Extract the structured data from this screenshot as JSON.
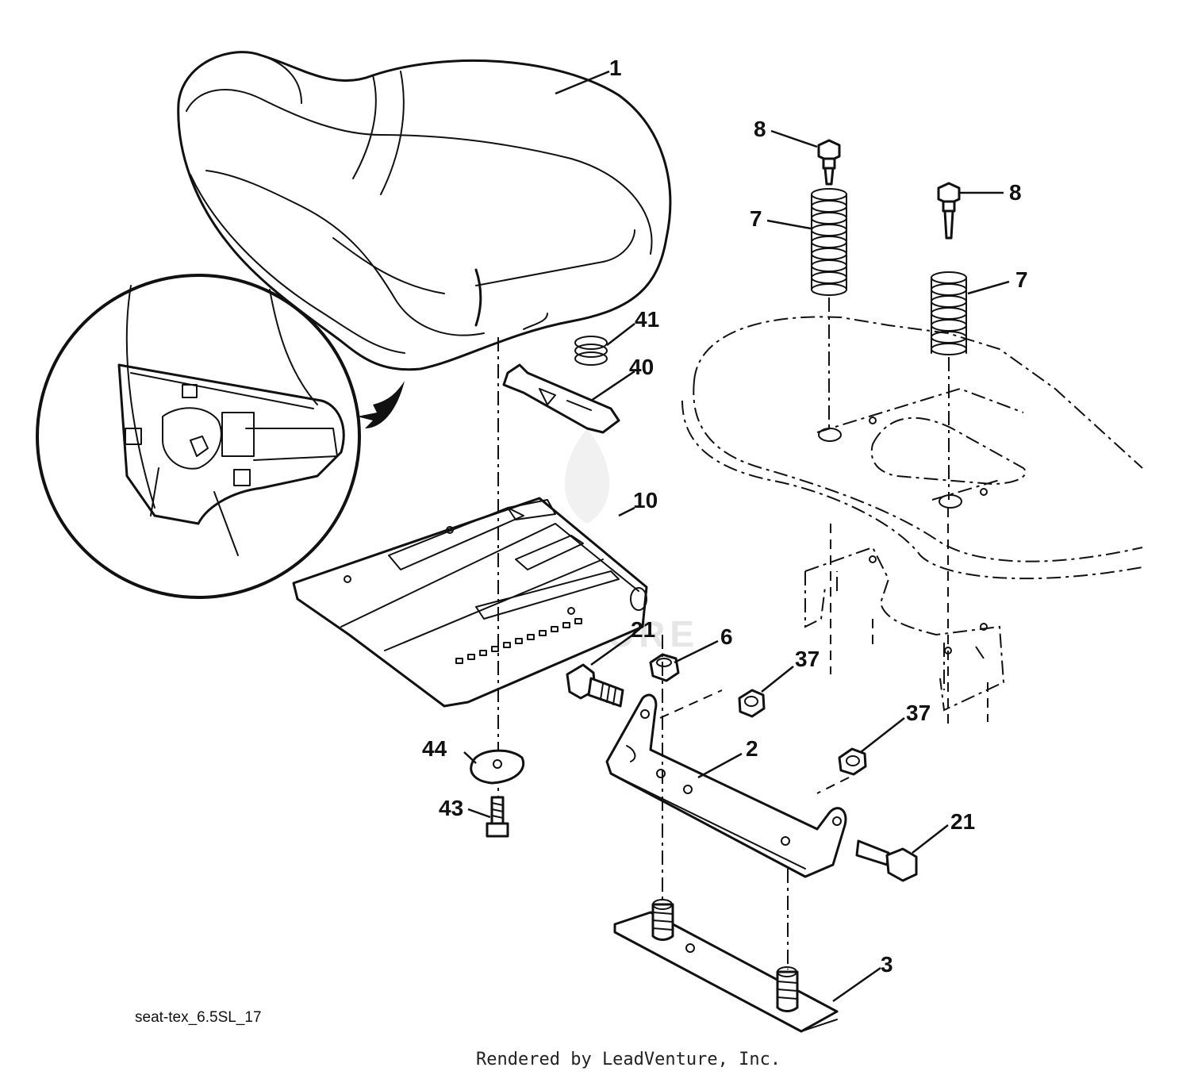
{
  "diagram": {
    "code": "seat-tex_6.5SL_17",
    "credit": "Rendered by LeadVenture, Inc.",
    "watermark": "LEADVENTURE",
    "callouts": [
      {
        "id": "c1",
        "label": "1"
      },
      {
        "id": "c8a",
        "label": "8"
      },
      {
        "id": "c8b",
        "label": "8"
      },
      {
        "id": "c7a",
        "label": "7"
      },
      {
        "id": "c7b",
        "label": "7"
      },
      {
        "id": "c41",
        "label": "41"
      },
      {
        "id": "c40",
        "label": "40"
      },
      {
        "id": "c10",
        "label": "10"
      },
      {
        "id": "c21a",
        "label": "21"
      },
      {
        "id": "c6",
        "label": "6"
      },
      {
        "id": "c37a",
        "label": "37"
      },
      {
        "id": "c37b",
        "label": "37"
      },
      {
        "id": "c2",
        "label": "2"
      },
      {
        "id": "c44",
        "label": "44"
      },
      {
        "id": "c43",
        "label": "43"
      },
      {
        "id": "c21b",
        "label": "21"
      },
      {
        "id": "c3",
        "label": "3"
      }
    ]
  }
}
